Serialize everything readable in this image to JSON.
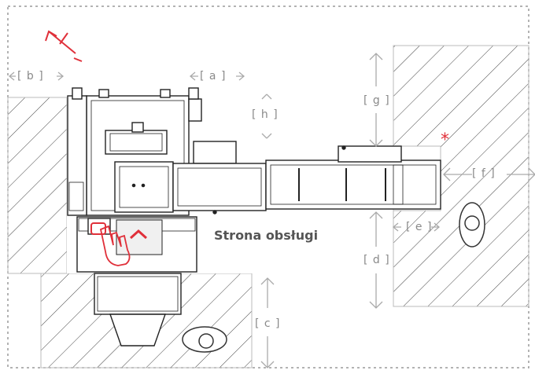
{
  "labels": {
    "a": "[ a ]",
    "b": "[ b ]",
    "c": "[ c ]",
    "d": "[ d ]",
    "e": "[ e ]",
    "f": "[ f ]",
    "g": "[ g ]",
    "h": "[ h ]"
  },
  "operator_side": "Strona obsługi",
  "marker": "*",
  "colors": {
    "frame": "#9a9a9a",
    "hatch": "#444444",
    "machine": "#222222",
    "accent": "#e0303a",
    "arrow": "#aaaaaa",
    "text": "#8a8a8a"
  }
}
